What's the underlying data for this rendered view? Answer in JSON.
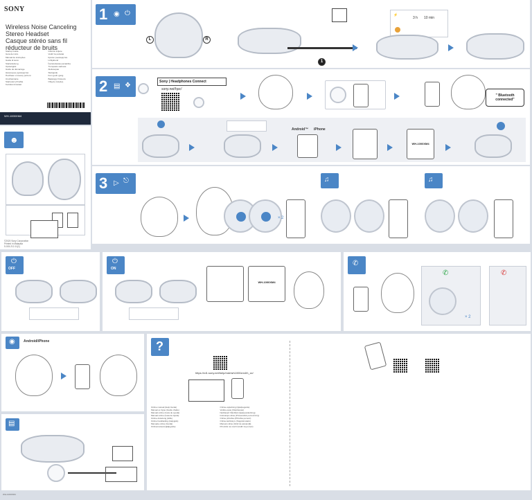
{
  "cover": {
    "brand": "SONY",
    "title_lines": [
      "Wireless Noise Canceling",
      "Stereo Headset",
      "Casque stéréo sans fil",
      "réducteur de bruits"
    ],
    "languages": [
      "Startup Guide",
      "Guía de inicio",
      "Manual de instruções",
      "Guida di avvio",
      "Startanleitung",
      "Opstartgids",
      "Guide de démarrage",
      "Начальное руководство",
      "Посібник з початку роботи",
      "Uruchamianie",
      "Startovací příručka",
      "Kezdési útmutató",
      "Ghid de iniţiere",
      "Vodič za početak",
      "Кратко ръководство",
      "Lühijuhend",
      "Īsa lietošanas pamācība",
      "Trumpasis vadovas",
      "Aloitusopas",
      "Startguide",
      "Kom godt i gang",
      "Başlangıç Kılavuzu",
      "Οδηγός έναρξης"
    ],
    "model": "WH-1000XM4",
    "copyright": "©2020 Sony Corporation\nPrinted in Malaysia\n5-015-212-11(1)"
  },
  "step1": {
    "number": "1",
    "timer": "3 h",
    "timer_b": "10 min",
    "label_l": "L",
    "label_r": "R",
    "connector": "1"
  },
  "step2": {
    "number": "2",
    "app_name": "Sony | Headphones Connect",
    "app_sub": "sony.net/hpc/",
    "android": "Android™",
    "iphone": "iPhone",
    "device": "WH-1000XM4",
    "bt_connected": "\" Bluetooth connected\""
  },
  "step3": {
    "number": "3",
    "x2": "× 2"
  },
  "off": {
    "label": "OFF"
  },
  "on": {
    "label": "ON",
    "device": "WH-1000XM4"
  },
  "call": {
    "x2": "× 2"
  },
  "assistant": {
    "label": "Android/iPhone"
  },
  "help": {
    "symbol": "?",
    "url": "https://rd1.sony.net/help/mdr/wh1000xm4/h_zz/",
    "guide_lines": [
      "Online manual (Help Guide)",
      "Manuel en ligne (Guide d'aide)",
      "Manual online (Guía de ayuda)",
      "Manual online (Guia de Ajuda)",
      "Online-Anleitung (Hilfe)",
      "Online handleiding (Helpgids)",
      "Manuale online (Guida)",
      "Onlinemanual (Hjälpguide)",
      "Online-vejledning (Hjælpeguide)",
      "Verkko-opas (Käyttöopas)",
      "Nettbasert håndbok (Hjelpeveiledning)",
      "Instrukcja online (Przewodnik pomocniczy)",
      "Online příručka (Příručka pomoci)",
      "Online kézikönyv (Súgóútmutató)",
      "Manual online (Ghid de asistenţă)",
      "Priručnik na mreži (Vodič za pomoć)"
    ]
  },
  "footer": "WH-1000XM4"
}
